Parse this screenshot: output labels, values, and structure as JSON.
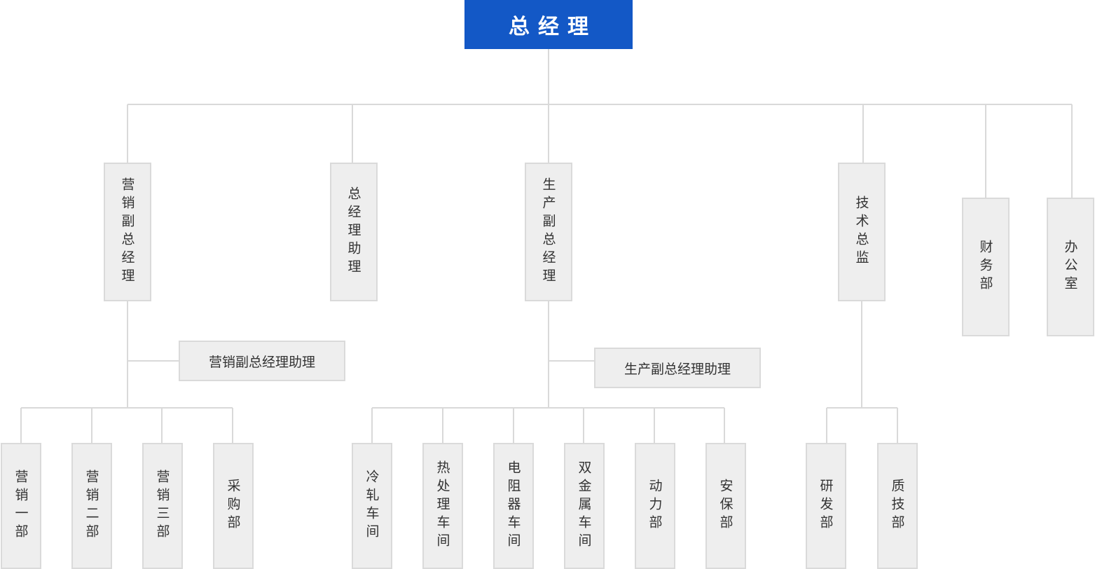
{
  "org": {
    "top": "总经理",
    "level1": [
      "营销副总经理",
      "总经理助理",
      "生产副总经理",
      "技术总监",
      "财务部",
      "办公室"
    ],
    "assistants": [
      "营销副总经理助理",
      "生产副总经理助理"
    ],
    "sales_units": [
      "营销一部",
      "营销二部",
      "营销三部",
      "采购部"
    ],
    "production_units": [
      "冷轧车间",
      "热处理车间",
      "电阻器车间",
      "双金属车间",
      "动力部",
      "安保部"
    ],
    "tech_units": [
      "研发部",
      "质技部"
    ]
  }
}
